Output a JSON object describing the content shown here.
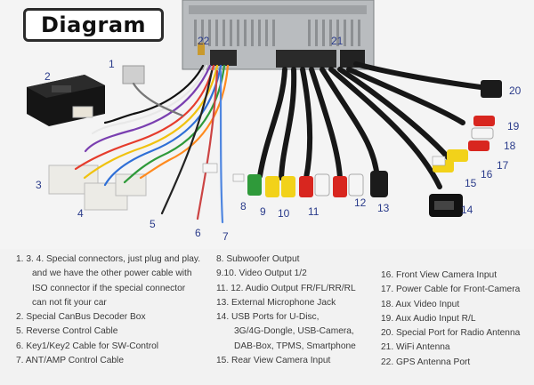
{
  "title": "Diagram",
  "callouts": [
    "1",
    "2",
    "3",
    "4",
    "5",
    "6",
    "7",
    "8",
    "9",
    "10",
    "11",
    "12",
    "13",
    "14",
    "15",
    "16",
    "17",
    "18",
    "19",
    "20",
    "21",
    "22"
  ],
  "legend": {
    "col1": [
      "1. 3. 4. Special connectors, just plug and play.",
      "and we have the other power cable with",
      "ISO connector if the special connector",
      "can not fit your car",
      "2.  Special CanBus Decoder Box",
      "5. Reverse Control Cable",
      "6. Key1/Key2 Cable for SW-Control",
      "7. ANT/AMP Control Cable"
    ],
    "col2": [
      "8. Subwoofer Output",
      "9.10. Video Output 1/2",
      "11. 12. Audio Output FR/FL/RR/RL",
      "13. External Microphone Jack",
      "14. USB Ports for U-Disc,",
      "3G/4G-Dongle, USB-Camera,",
      "DAB-Box, TPMS, Smartphone",
      "15. Rear View Camera Input"
    ],
    "col3": [
      "16. Front View Camera Input",
      "17. Power Cable for Front-Camera",
      "18. Aux Video Input",
      "19. Aux Audio Input R/L",
      "20. Special Port for Radio Antenna",
      "21. WiFi Antenna",
      "22. GPS Antenna Port"
    ]
  },
  "colors": {
    "callout": "#2a3b8a",
    "cable_dark": "#1a1a1a",
    "rca_red": "#d8261f",
    "rca_yellow": "#f2d21a",
    "rca_white": "#f5f5f5",
    "rca_green": "#2f9a3a"
  }
}
